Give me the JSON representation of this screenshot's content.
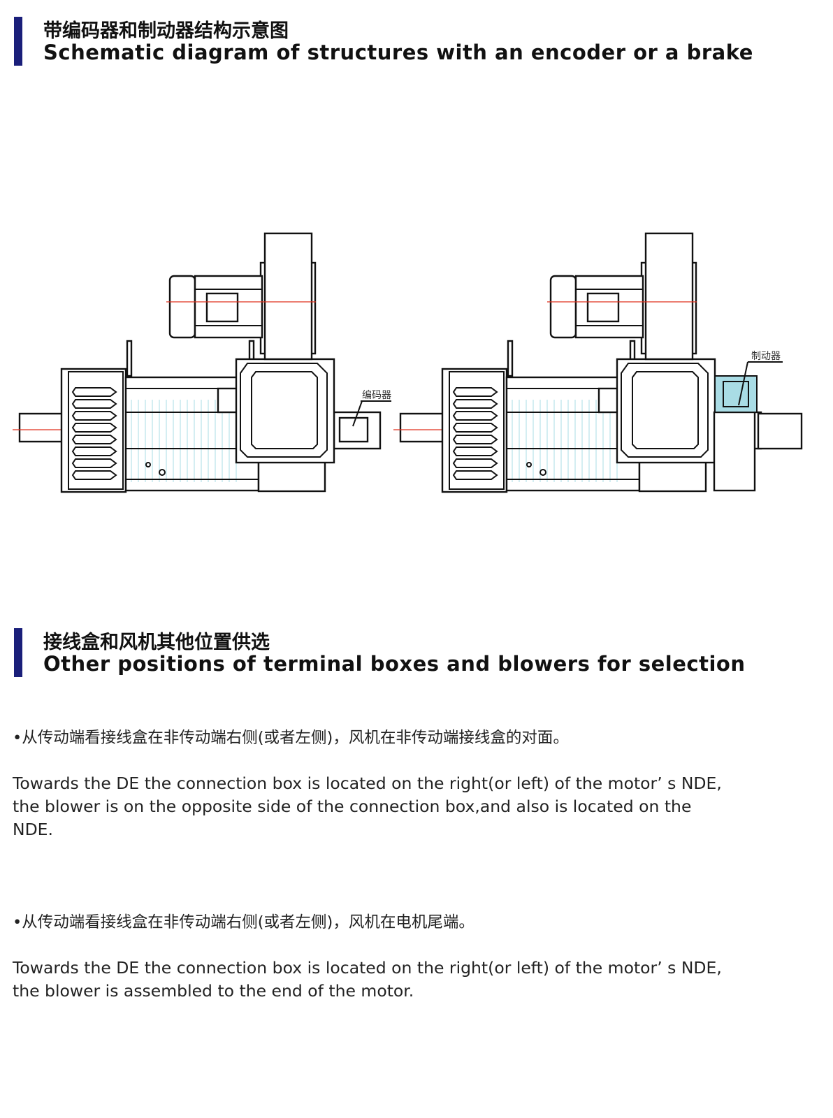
{
  "section1": {
    "title_zh": "带编码器和制动器结构示意图",
    "title_en": "Schematic diagram of structures with an encoder or a brake",
    "diagram_left": {
      "label": "编码器"
    },
    "diagram_right": {
      "label": "制动器"
    }
  },
  "section2": {
    "title_zh": "接线盒和风机其他位置供选",
    "title_en": "Other positions of terminal boxes and blowers for selection",
    "items": [
      {
        "zh": "•从传动端看接线盒在非传动端右侧(或者左侧)，风机在非传动端接线盒的对面。",
        "en_lines": [
          "Towards the DE the connection box is located on the right(or left) of the motor’ s NDE,",
          "the blower is on the opposite side of the connection box,and also is located on the",
          "NDE."
        ]
      },
      {
        "zh": "•从传动端看接线盒在非传动端右侧(或者左侧)，风机在电机尾端。",
        "en_lines": [
          "Towards the DE the connection box is located on the right(or left) of the motor’ s NDE,",
          "the blower is assembled to the end of the motor."
        ]
      }
    ]
  },
  "colors": {
    "accent_bar": "#1a1f7a",
    "centerline": "#e0301e",
    "brake_fill": "#a9dce5"
  }
}
